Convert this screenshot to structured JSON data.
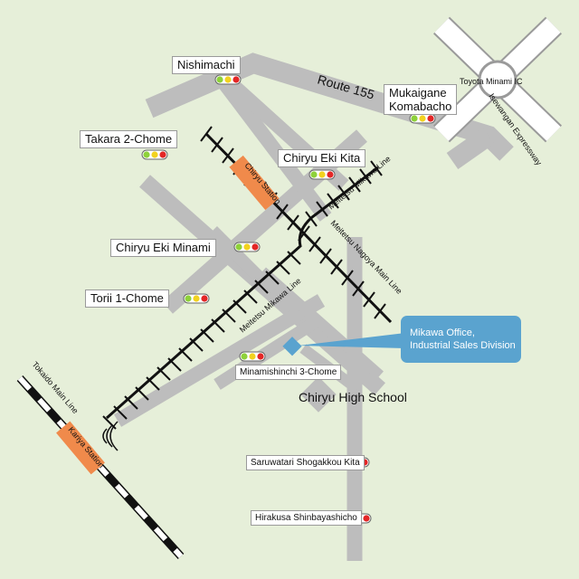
{
  "colors": {
    "background": "#e6efd9",
    "road": "#bdbdbd",
    "rail": "#111111",
    "station": "#f08a4b",
    "callout": "#5aa3cf",
    "marker": "#5aa3cf",
    "signal_green": "#8ed13a",
    "signal_yellow": "#f2d21f",
    "signal_red": "#e32626"
  },
  "roads": {
    "route155": "Route 155",
    "expressway": "Isewangan Expressway",
    "interchange": "Toyota Minami IC"
  },
  "rails": {
    "nagoya_line": "Meitetsu Nagoya Main Line",
    "mikawa_line_north": "Meitetsu Mikawa Line",
    "mikawa_line_south": "Meitetsu Mikawa Line",
    "tokaido_line": "Tokaido Main Line"
  },
  "stations": {
    "chiryu": "Chiryu Station",
    "kariya": "Kariya Station"
  },
  "intersections": [
    {
      "label": "Nishimachi"
    },
    {
      "label": "Mukaigane\nKomabacho"
    },
    {
      "label": "Takara 2-Chome"
    },
    {
      "label": "Chiryu Eki Kita"
    },
    {
      "label": "Chiryu Eki Minami"
    },
    {
      "label": "Torii 1-Chome"
    },
    {
      "label": "Minamishinchi 3-Chome"
    },
    {
      "label": "Saruwatari Shogakkou Kita"
    },
    {
      "label": "Hirakusa Shinbayashicho"
    }
  ],
  "landmarks": {
    "school": "Chiryu High School",
    "office_line1": "Mikawa Office,",
    "office_line2": "Industrial Sales Division"
  }
}
